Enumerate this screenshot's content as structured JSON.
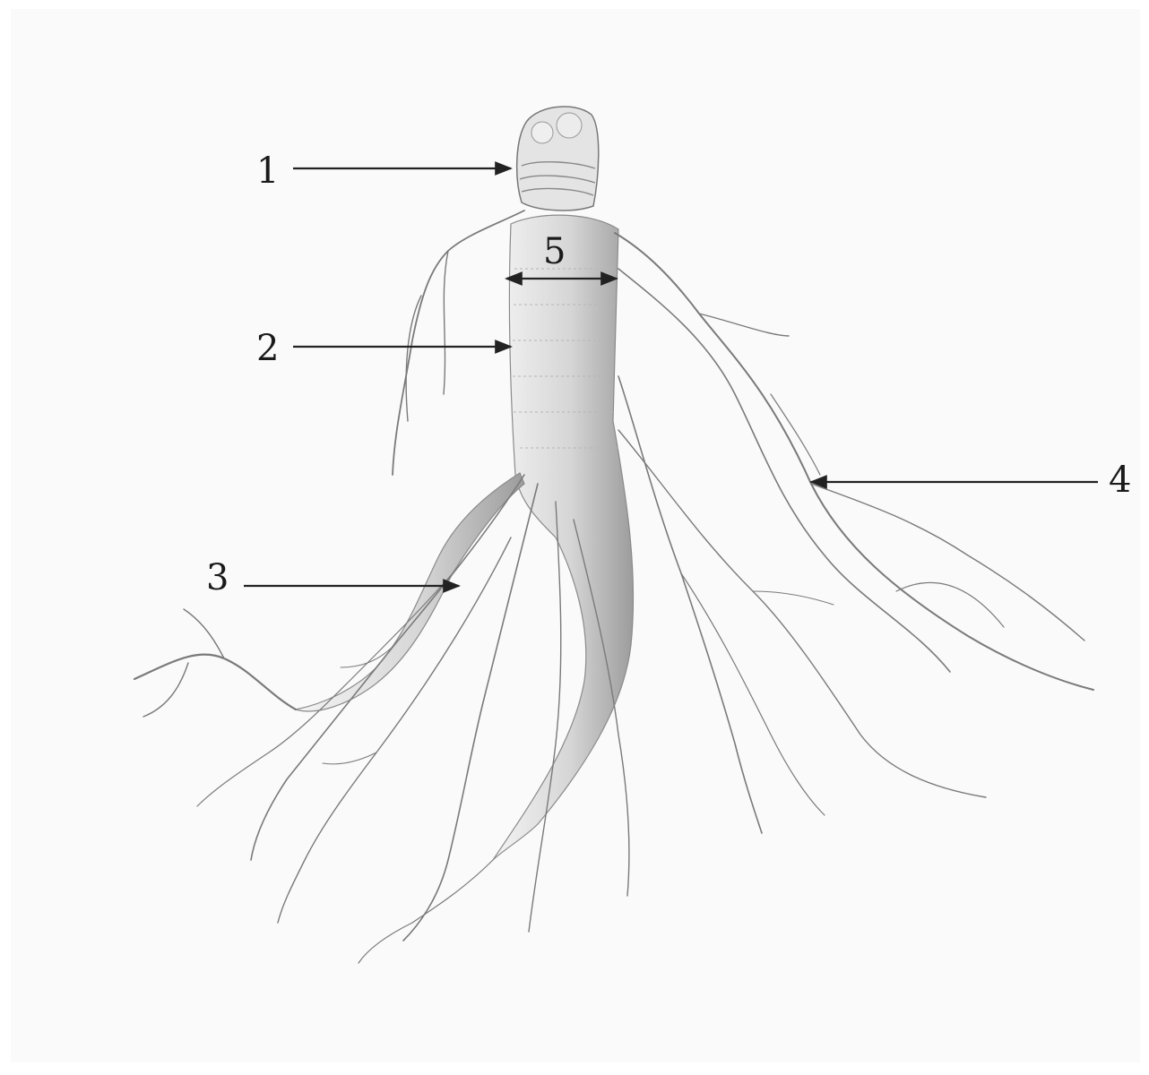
{
  "callouts": [
    {
      "id": "1",
      "label": "1"
    },
    {
      "id": "2",
      "label": "2"
    },
    {
      "id": "3",
      "label": "3"
    },
    {
      "id": "4",
      "label": "4"
    },
    {
      "id": "5",
      "label": "5"
    }
  ],
  "colors": {
    "background": "#fafafa",
    "ink": "#1a1a1a",
    "root_light": "#f2f2f2",
    "root_dark": "#9a9a9a"
  }
}
